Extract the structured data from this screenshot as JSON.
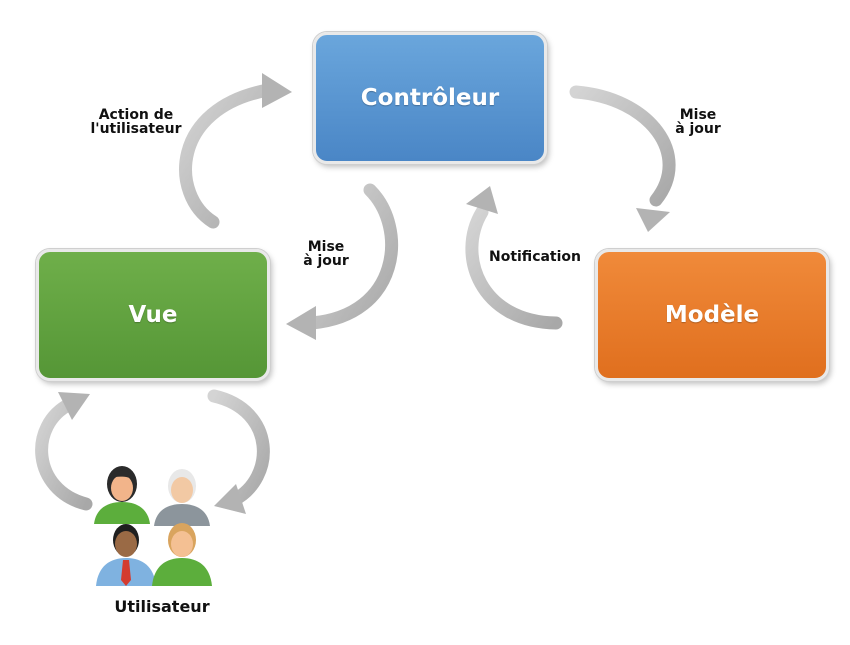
{
  "nodes": {
    "controleur": "Contrôleur",
    "vue": "Vue",
    "modele": "Modèle"
  },
  "edges": {
    "action_line1": "Action de",
    "action_line2": "l'utilisateur",
    "mise_a_jour_1_line1": "Mise",
    "mise_a_jour_1_line2": "à jour",
    "mise_a_jour_2_line1": "Mise",
    "mise_a_jour_2_line2": "à jour",
    "notification": "Notification"
  },
  "users": {
    "label": "Utilisateur"
  },
  "colors": {
    "controleur": "#5a96d2",
    "vue": "#62a340",
    "modele": "#e87b2a",
    "arrow": "#bdbdbd"
  }
}
